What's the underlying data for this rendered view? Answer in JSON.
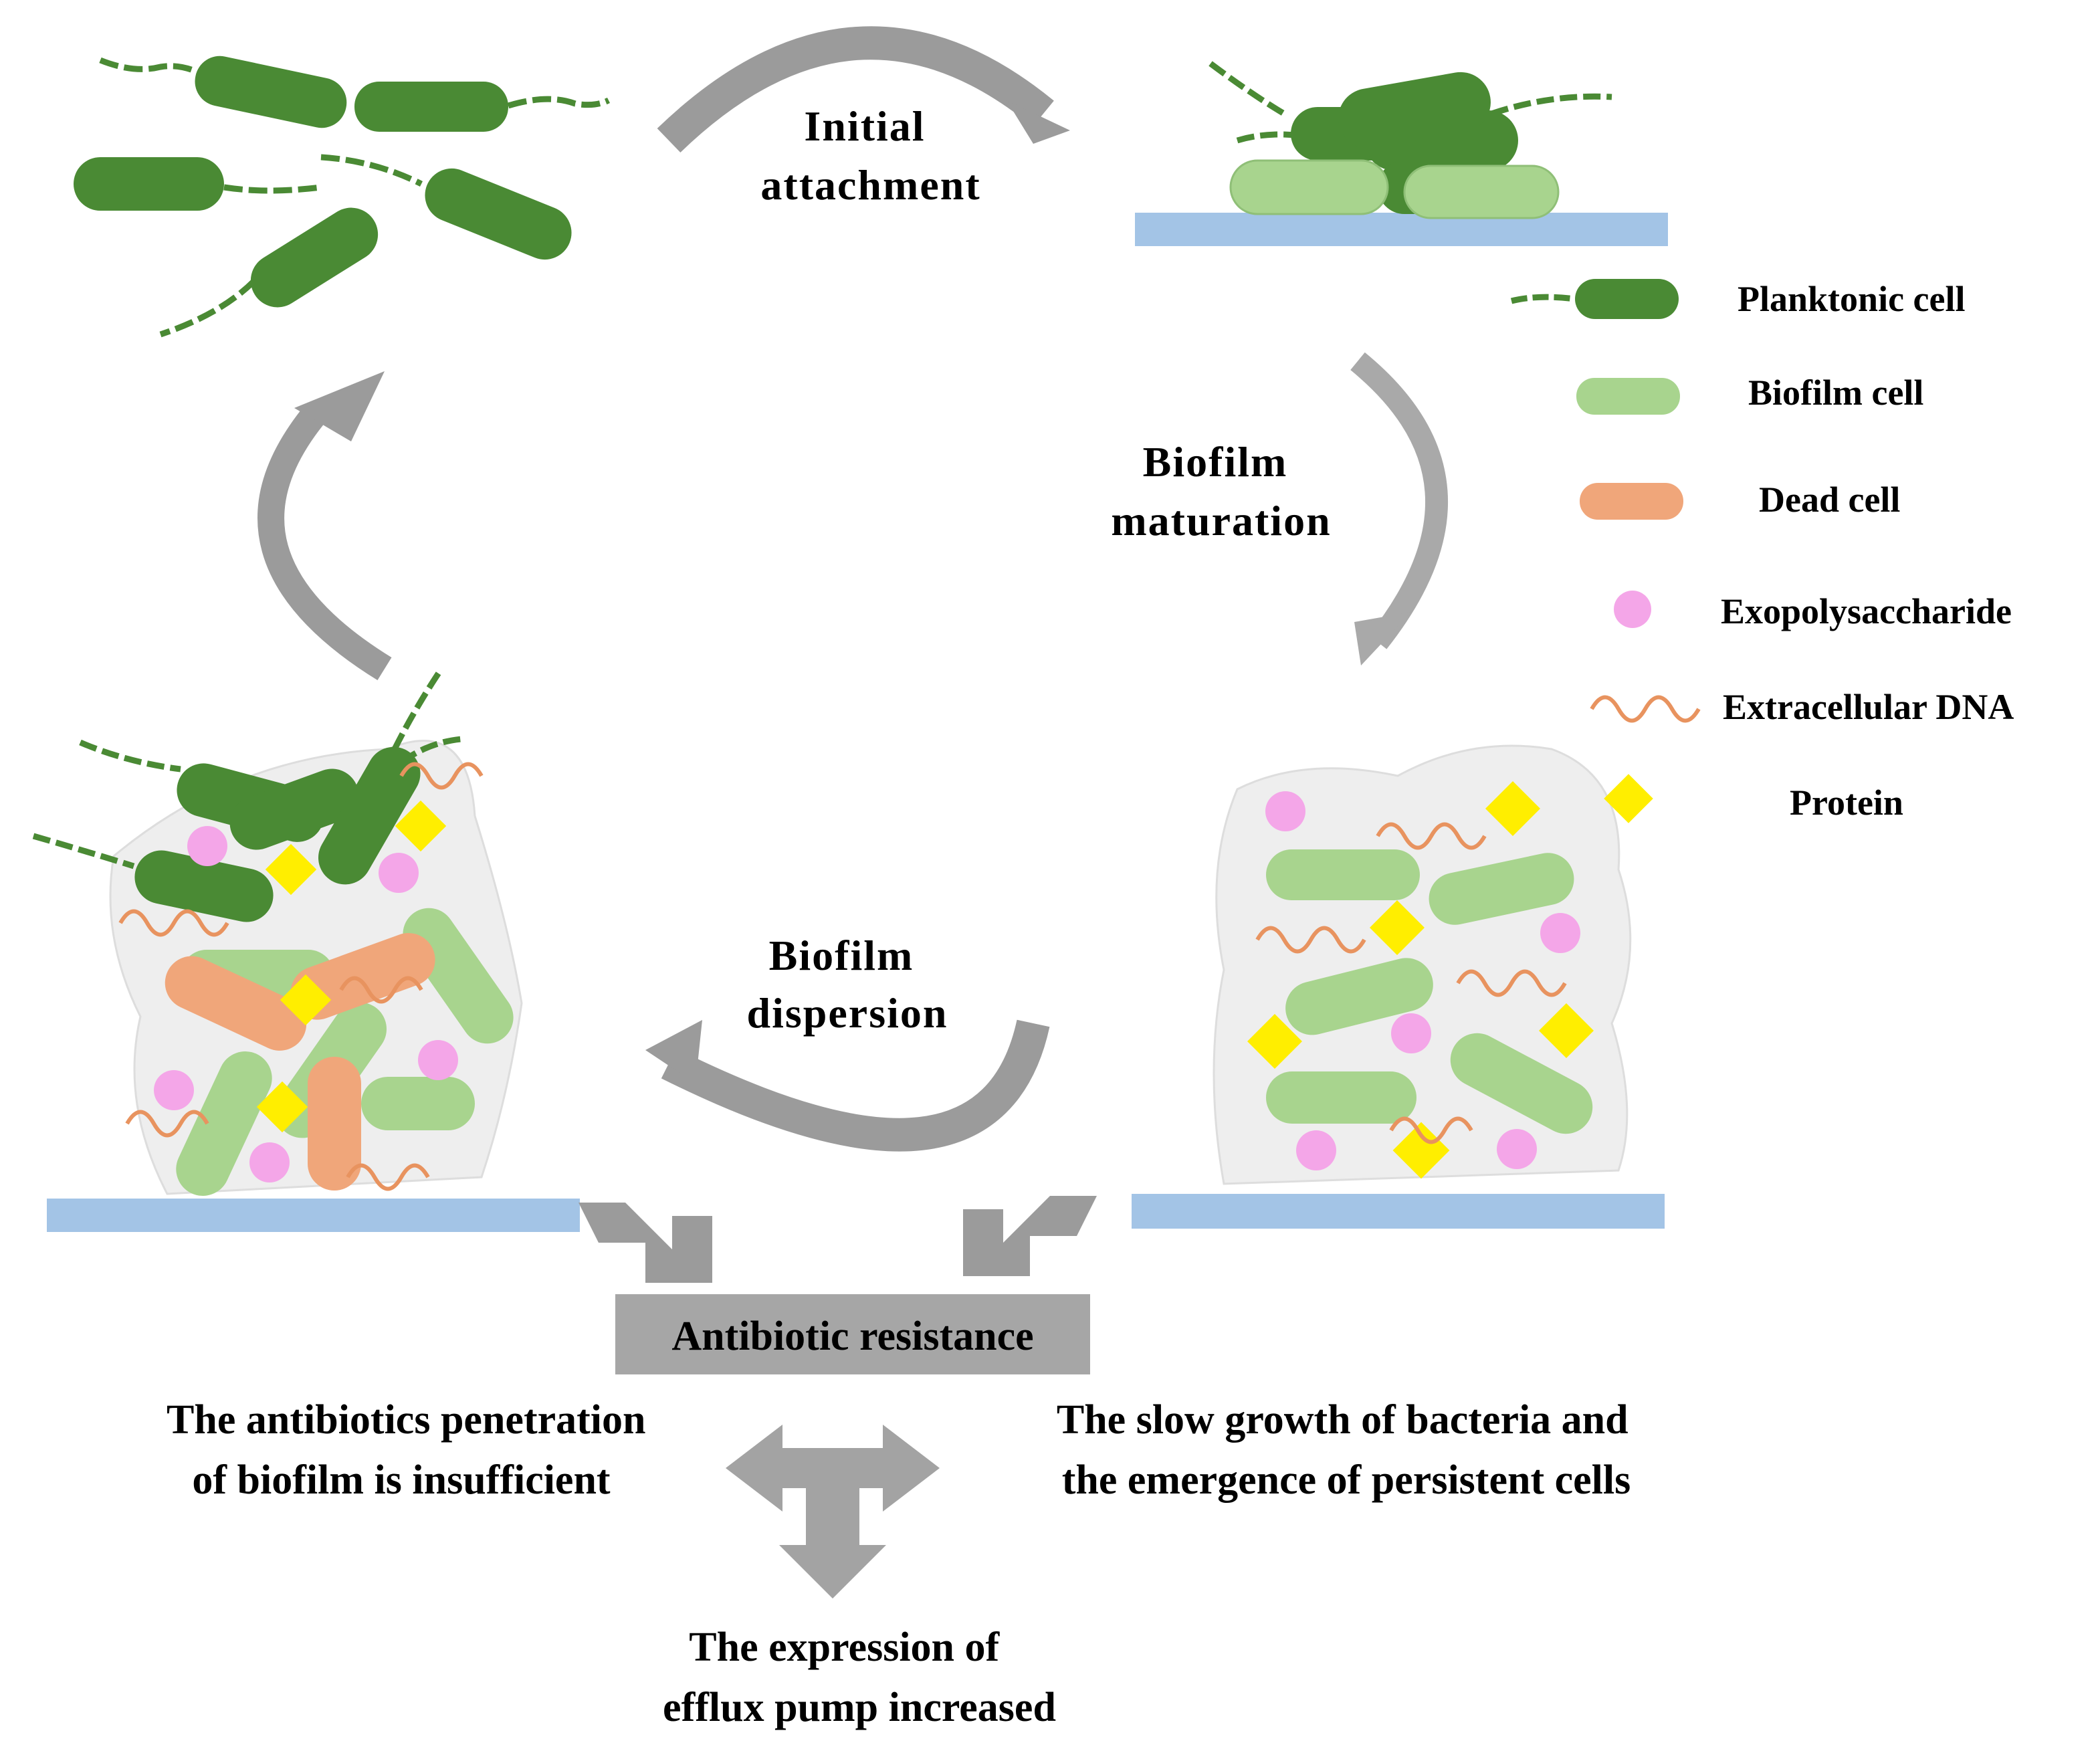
{
  "stages": {
    "initial_attachment": [
      "Initial",
      "attachment"
    ],
    "biofilm_maturation": [
      "Biofilm",
      "maturation"
    ],
    "biofilm_dispersion": [
      "Biofilm",
      "dispersion"
    ]
  },
  "legend": {
    "planktonic": "Planktonic cell",
    "biofilm": "Biofilm cell",
    "dead": "Dead cell",
    "exopolysaccharide": "Exopolysaccharide",
    "edna": "Extracellular DNA",
    "protein": "Protein"
  },
  "resistance": {
    "title": "Antibiotic resistance",
    "left": [
      "The antibiotics penetration",
      "of biofilm is insufficient"
    ],
    "right": [
      "The slow growth of bacteria and",
      "the emergence of persistent cells"
    ],
    "bottom": [
      "The expression of",
      "efflux pump increased"
    ]
  },
  "colors": {
    "planktonic": "#4a8a34",
    "biofilm": "#a8d48e",
    "dead": "#f0a67a",
    "exopolysaccharide": "#f4a6e8",
    "edna": "#e8935f",
    "protein": "#ffee00",
    "surface": "#a3c4e6",
    "matrix": "#eeeeee",
    "arrow": "#9b9b9b",
    "box": "#a6a6a6"
  }
}
